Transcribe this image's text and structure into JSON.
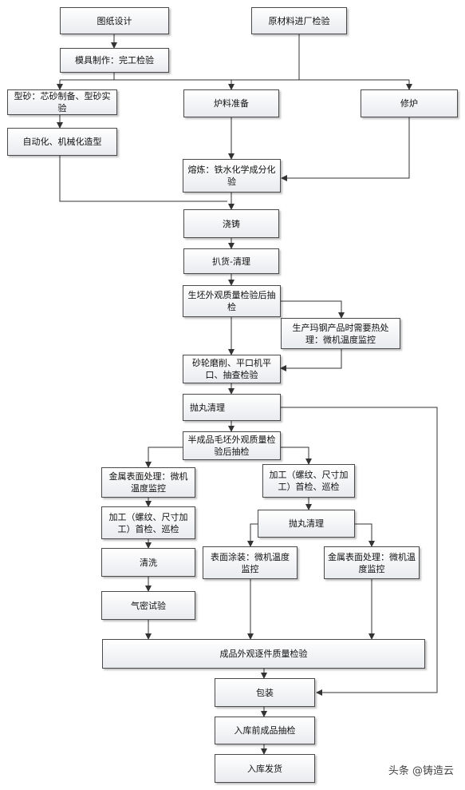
{
  "nodes": {
    "drawing_design": "图纸设计",
    "raw_material": "原材料进厂检验",
    "mold_making": "模具制作：完工检验",
    "sand_core": "型砂：芯砂制备、型砂实验",
    "charge_prep": "炉料准备",
    "furnace_repair": "修炉",
    "auto_molding": "自动化、机械化造型",
    "smelting": "熔炼：铁水化学成分化验",
    "pouring": "浇铸",
    "shakeout": "扒货-清理",
    "blank_inspection": "生坯外观质量检验后抽检",
    "heat_treatment": "生产玛钢产品时需要热处理：微机温度监控",
    "grinding": "砂轮磨削、平口机平口、抽查检验",
    "shot_blast_1": "抛丸清理",
    "semi_inspection": "半成品毛坯外观质量检验后抽检",
    "metal_surface_left": "金属表面处理：微机温度监控",
    "machining_left": "加工（螺纹、尺寸加工）首检、巡检",
    "machining_right": "加工（螺纹、尺寸加工）首检、巡检",
    "shot_blast_2": "抛丸清理",
    "cleaning": "清洗",
    "surface_coating": "表面涂装：微机温度监控",
    "metal_surface_right": "金属表面处理：微机温度监控",
    "air_test": "气密试验",
    "final_inspection": "成品外观逐件质量检验",
    "packing": "包装",
    "pre_storage": "入库前成品抽检",
    "shipping": "入库发货"
  },
  "watermark": "头条 @铸造云"
}
